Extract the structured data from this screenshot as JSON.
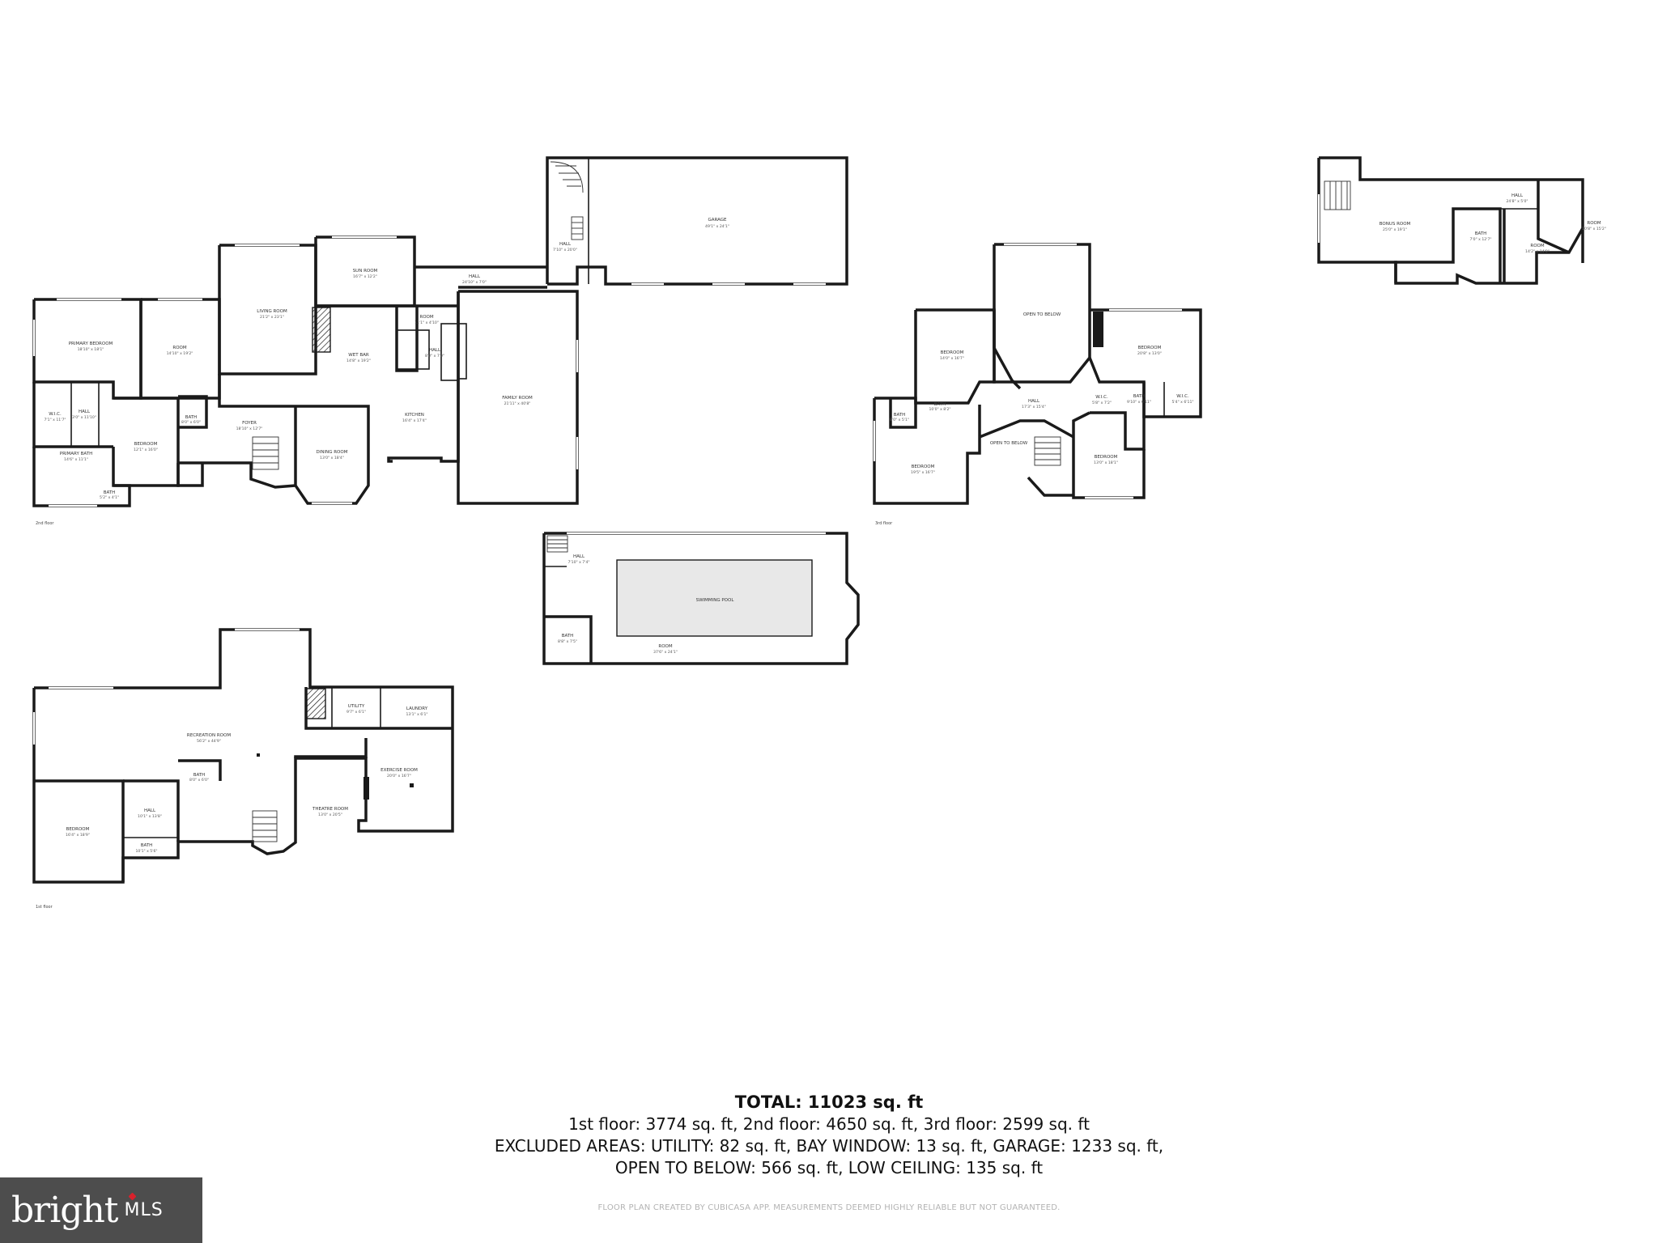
{
  "floors": {
    "second_label": "2nd floor",
    "third_label": "3rd floor",
    "first_label": "1st floor"
  },
  "rooms": {
    "garage": {
      "name": "GARAGE",
      "dim": "49'1\" x 24'1\""
    },
    "hall_stair": {
      "name": "HALL",
      "dim": "7'10\" x 20'0\""
    },
    "sun_room": {
      "name": "SUN ROOM",
      "dim": "16'7\" x 12'2\""
    },
    "hall_top": {
      "name": "HALL",
      "dim": "24'10\" x 7'0\""
    },
    "living_room": {
      "name": "LIVING ROOM",
      "dim": "21'2\" x 23'1\""
    },
    "room_a": {
      "name": "ROOM",
      "dim": "14'10\" x 19'2\""
    },
    "primary_bed": {
      "name": "PRIMARY BEDROOM",
      "dim": "18'10\" x 18'1\""
    },
    "room_b": {
      "name": "ROOM",
      "dim": "11'1\" x 4'10\""
    },
    "hall_mid": {
      "name": "HALL",
      "dim": "8'0\" x 7'0\""
    },
    "wet_bar": {
      "name": "WET BAR",
      "dim": "14'8\" x 19'2\""
    },
    "family_room": {
      "name": "FAMILY ROOM",
      "dim": "21'11\" x 40'8\""
    },
    "kitchen": {
      "name": "KITCHEN",
      "dim": "16'4\" x 17'4\""
    },
    "foyer": {
      "name": "FOYER",
      "dim": "18'10\" x 12'7\""
    },
    "dining_room": {
      "name": "DINING ROOM",
      "dim": "13'0\" x 18'4\""
    },
    "bedroom_2a": {
      "name": "BEDROOM",
      "dim": "12'1\" x 16'0\""
    },
    "bath_2a": {
      "name": "BATH",
      "dim": "8'0\" x 6'0\""
    },
    "wic_2": {
      "name": "W.I.C.",
      "dim": "7'1\" x 11'7\""
    },
    "hall_2": {
      "name": "HALL",
      "dim": "3'0\" x 11'10\""
    },
    "primary_bath": {
      "name": "PRIMARY BATH",
      "dim": "14'6\" x 11'1\""
    },
    "bath_2b": {
      "name": "BATH",
      "dim": "5'2\" x 4'1\""
    },
    "open_below_1": {
      "name": "OPEN TO BELOW",
      "dim": ""
    },
    "bedroom_3a": {
      "name": "BEDROOM",
      "dim": "14'0\" x 16'7\""
    },
    "bedroom_3b": {
      "name": "BEDROOM",
      "dim": "20'8\" x 13'0\""
    },
    "bath_3a": {
      "name": "BATH",
      "dim": "10'0\" x 8'2\""
    },
    "bath_3b": {
      "name": "BATH",
      "dim": "8'0\" x 5'1\""
    },
    "hall_3": {
      "name": "HALL",
      "dim": "17'3\" x 15'4\""
    },
    "wic_3a": {
      "name": "W.I.C.",
      "dim": "5'8\" x 7'2\""
    },
    "bath_3c": {
      "name": "BATH",
      "dim": "9'10\" x 6'11\""
    },
    "wic_3b": {
      "name": "W.I.C.",
      "dim": "5'4\" x 6'11\""
    },
    "open_below_2": {
      "name": "OPEN TO BELOW",
      "dim": ""
    },
    "bedroom_3c": {
      "name": "BEDROOM",
      "dim": "19'5\" x 16'7\""
    },
    "bedroom_3d": {
      "name": "BEDROOM",
      "dim": "13'0\" x 18'1\""
    },
    "bonus_room": {
      "name": "BONUS ROOM",
      "dim": "25'0\" x 19'1\""
    },
    "hall_4": {
      "name": "HALL",
      "dim": "24'8\" x 5'0\""
    },
    "bath_4": {
      "name": "BATH",
      "dim": "7'0\" x 12'7\""
    },
    "room_4a": {
      "name": "ROOM",
      "dim": "14'2\" x 14'0\""
    },
    "room_4b": {
      "name": "ROOM",
      "dim": "10'8\" x 15'2\""
    },
    "hall_pool": {
      "name": "HALL",
      "dim": "7'10\" x 7'4\""
    },
    "swimming_pool": {
      "name": "SWIMMING POOL",
      "dim": ""
    },
    "bath_pool": {
      "name": "BATH",
      "dim": "8'8\" x 7'5\""
    },
    "room_pool": {
      "name": "ROOM",
      "dim": "37'6\" x 24'1\""
    },
    "utility": {
      "name": "UTILITY",
      "dim": "9'7\" x 6'1\""
    },
    "laundry": {
      "name": "LAUNDRY",
      "dim": "13'1\" x 6'1\""
    },
    "recreation": {
      "name": "RECREATION ROOM",
      "dim": "56'2\" x 44'9\""
    },
    "exercise": {
      "name": "EXERCISE ROOM",
      "dim": "20'0\" x 16'7\""
    },
    "bath_1a": {
      "name": "BATH",
      "dim": "8'0\" x 6'0\""
    },
    "hall_1": {
      "name": "HALL",
      "dim": "10'1\" x 13'8\""
    },
    "theatre": {
      "name": "THEATRE ROOM",
      "dim": "13'0\" x 20'5\""
    },
    "bedroom_1": {
      "name": "BEDROOM",
      "dim": "16'4\" x 18'9\""
    },
    "bath_1b": {
      "name": "BATH",
      "dim": "10'1\" x 5'6\""
    }
  },
  "summary": {
    "total": "TOTAL: 11023 sq. ft",
    "floors_line": "1st floor: 3774 sq. ft, 2nd floor: 4650 sq. ft, 3rd floor: 2599 sq. ft",
    "excluded_line": "EXCLUDED AREAS: UTILITY: 82 sq. ft, BAY WINDOW: 13 sq. ft, GARAGE: 1233 sq. ft,",
    "open_line": "OPEN TO BELOW: 566 sq. ft, LOW CEILING: 135 sq. ft",
    "disclaimer": "FLOOR PLAN CREATED BY CUBICASA APP. MEASUREMENTS DEEMED HIGHLY RELIABLE BUT NOT GUARANTEED."
  },
  "branding": {
    "word": "bright",
    "mls": "MLS",
    "bg_color": "#4d4d4d",
    "accent_color": "#d9212c"
  }
}
